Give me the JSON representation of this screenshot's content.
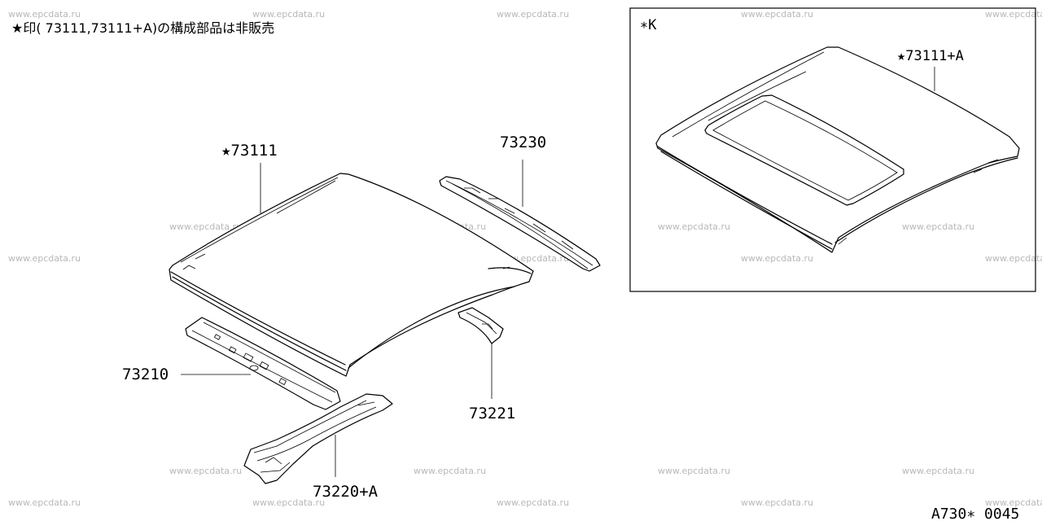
{
  "header_note": "★印( 73111,73111+A)の構成部品は非販売",
  "inset": {
    "title": "∗K",
    "part_label": "★73111+A"
  },
  "parts": {
    "roof_panel": "★73111",
    "rear_rail": "73230",
    "front_rail": "73210",
    "side_bow": "73221",
    "center_bow": "73220+A"
  },
  "diagram_code": "A730∗ 0045",
  "watermark": "www.epcdata.ru"
}
